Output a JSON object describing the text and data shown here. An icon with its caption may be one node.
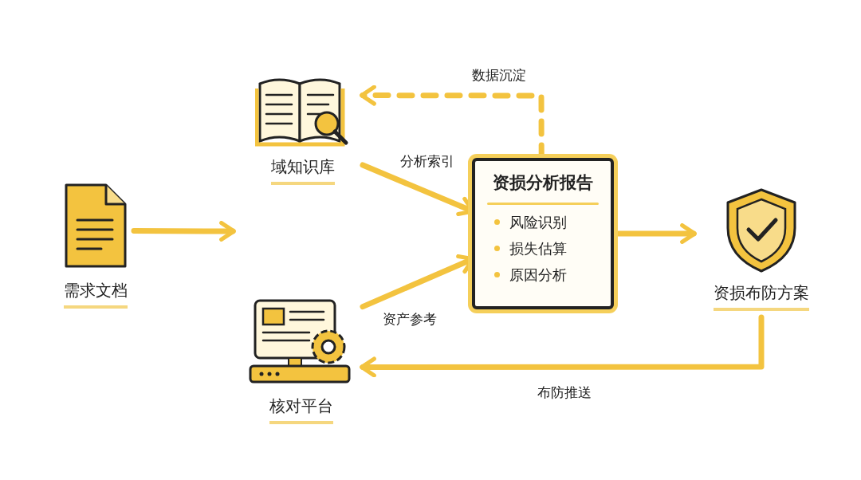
{
  "diagram": {
    "nodes": [
      {
        "text": [
          "需求文档"
        ]
      },
      {
        "text": [
          "域知识库"
        ]
      },
      {
        "text": [
          "核对平台"
        ]
      },
      {
        "text": [
          "资损分析报告",
          "风险识别",
          "损失估算",
          "原因分析"
        ]
      },
      {
        "text": [
          "资损布防方案"
        ]
      }
    ],
    "edges": [
      {
        "from": 0,
        "to": null,
        "arrow": "to"
      },
      {
        "from": 1,
        "to": 3,
        "arrow": "to",
        "label": "分析索引"
      },
      {
        "from": 2,
        "to": 3,
        "arrow": "to",
        "label": "资产参考"
      },
      {
        "from": 3,
        "to": 1,
        "arrow": "to",
        "label": "数据沉淀",
        "style": "dashed"
      },
      {
        "from": 3,
        "to": 4,
        "arrow": "to"
      },
      {
        "from": 4,
        "to": 2,
        "arrow": "to",
        "label": "布防推送"
      }
    ]
  }
}
